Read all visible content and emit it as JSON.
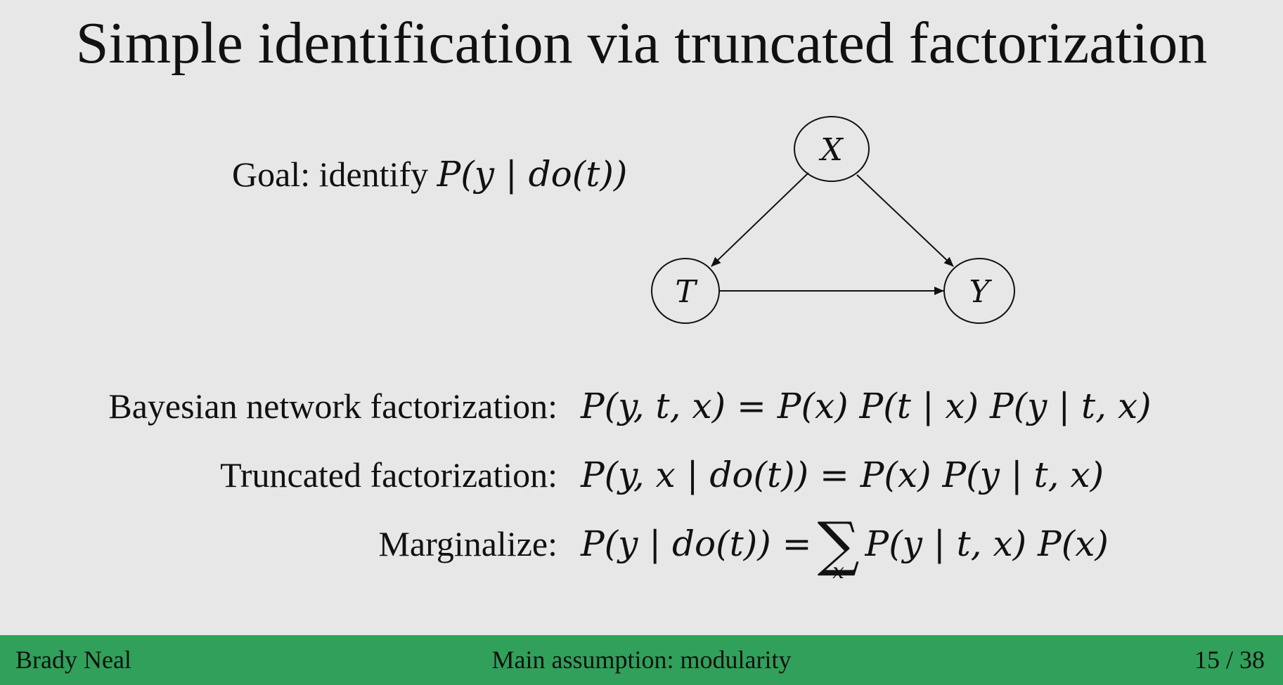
{
  "slide": {
    "title": "Simple identification via truncated factorization",
    "goal": {
      "label": "Goal: identify ",
      "expression": "P(y | do(t))"
    },
    "graph": {
      "nodes": {
        "x": "X",
        "t": "T",
        "y": "Y"
      },
      "edges": [
        "X → T",
        "X → Y",
        "T → Y"
      ]
    },
    "equations": [
      {
        "label": "Bayesian network factorization:",
        "formula": "P(y, t, x) = P(x) P(t | x) P(y | t, x)"
      },
      {
        "label": "Truncated factorization:",
        "formula": "P(y, x | do(t)) = P(x) P(y | t, x)"
      },
      {
        "label": "Marginalize:",
        "formula_left": "P(y | do(t)) =",
        "sum_symbol": "∑",
        "sum_index": "x",
        "formula_right": "P(y | t, x) P(x)"
      }
    ]
  },
  "footer": {
    "author": "Brady Neal",
    "section": "Main assumption: modularity",
    "page": "15 / 38"
  },
  "colors": {
    "background": "#e7e7e7",
    "footer_bar": "#31a05a",
    "text": "#111111"
  }
}
